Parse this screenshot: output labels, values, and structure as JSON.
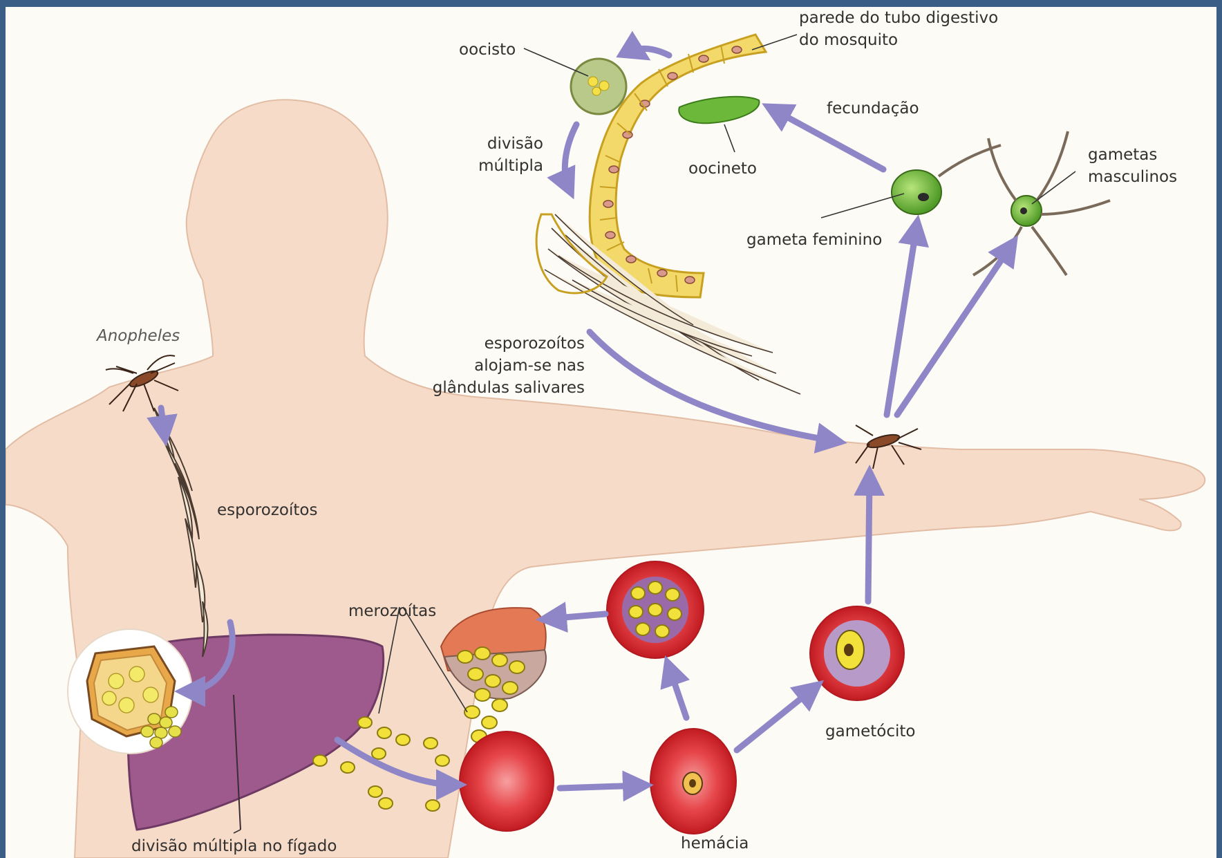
{
  "labels": {
    "wall_line1": "parede do tubo digestivo",
    "wall_line2": "do mosquito",
    "oocisto": "oocisto",
    "fecundacao": "fecundação",
    "divisao_line1": "divisão",
    "divisao_line2": "múltipla",
    "oocineto": "oocineto",
    "gametas_line1": "gametas",
    "gametas_line2": "masculinos",
    "gameta_feminino": "gameta feminino",
    "anopheles": "Anopheles",
    "esporo_glands_line1": "esporozoítos",
    "esporo_glands_line2": "alojam-se nas",
    "esporo_glands_line3": "glândulas salivares",
    "esporozoitos": "esporozoítos",
    "merozoitas": "merozoítas",
    "gametocito": "gametócito",
    "hemacia": "hemácia",
    "divisao_figado": "divisão múltipla no fígado"
  },
  "colors": {
    "background_frame": "#3b5e87",
    "skin": "#f6dcc8",
    "liver": "#9e5a8c",
    "red_cell": "#d8262b",
    "merozoite": "#f2e13a",
    "arrow": "#8f86c7",
    "gut_wall": "#f0d15a",
    "gamete": "#6cb83a"
  }
}
